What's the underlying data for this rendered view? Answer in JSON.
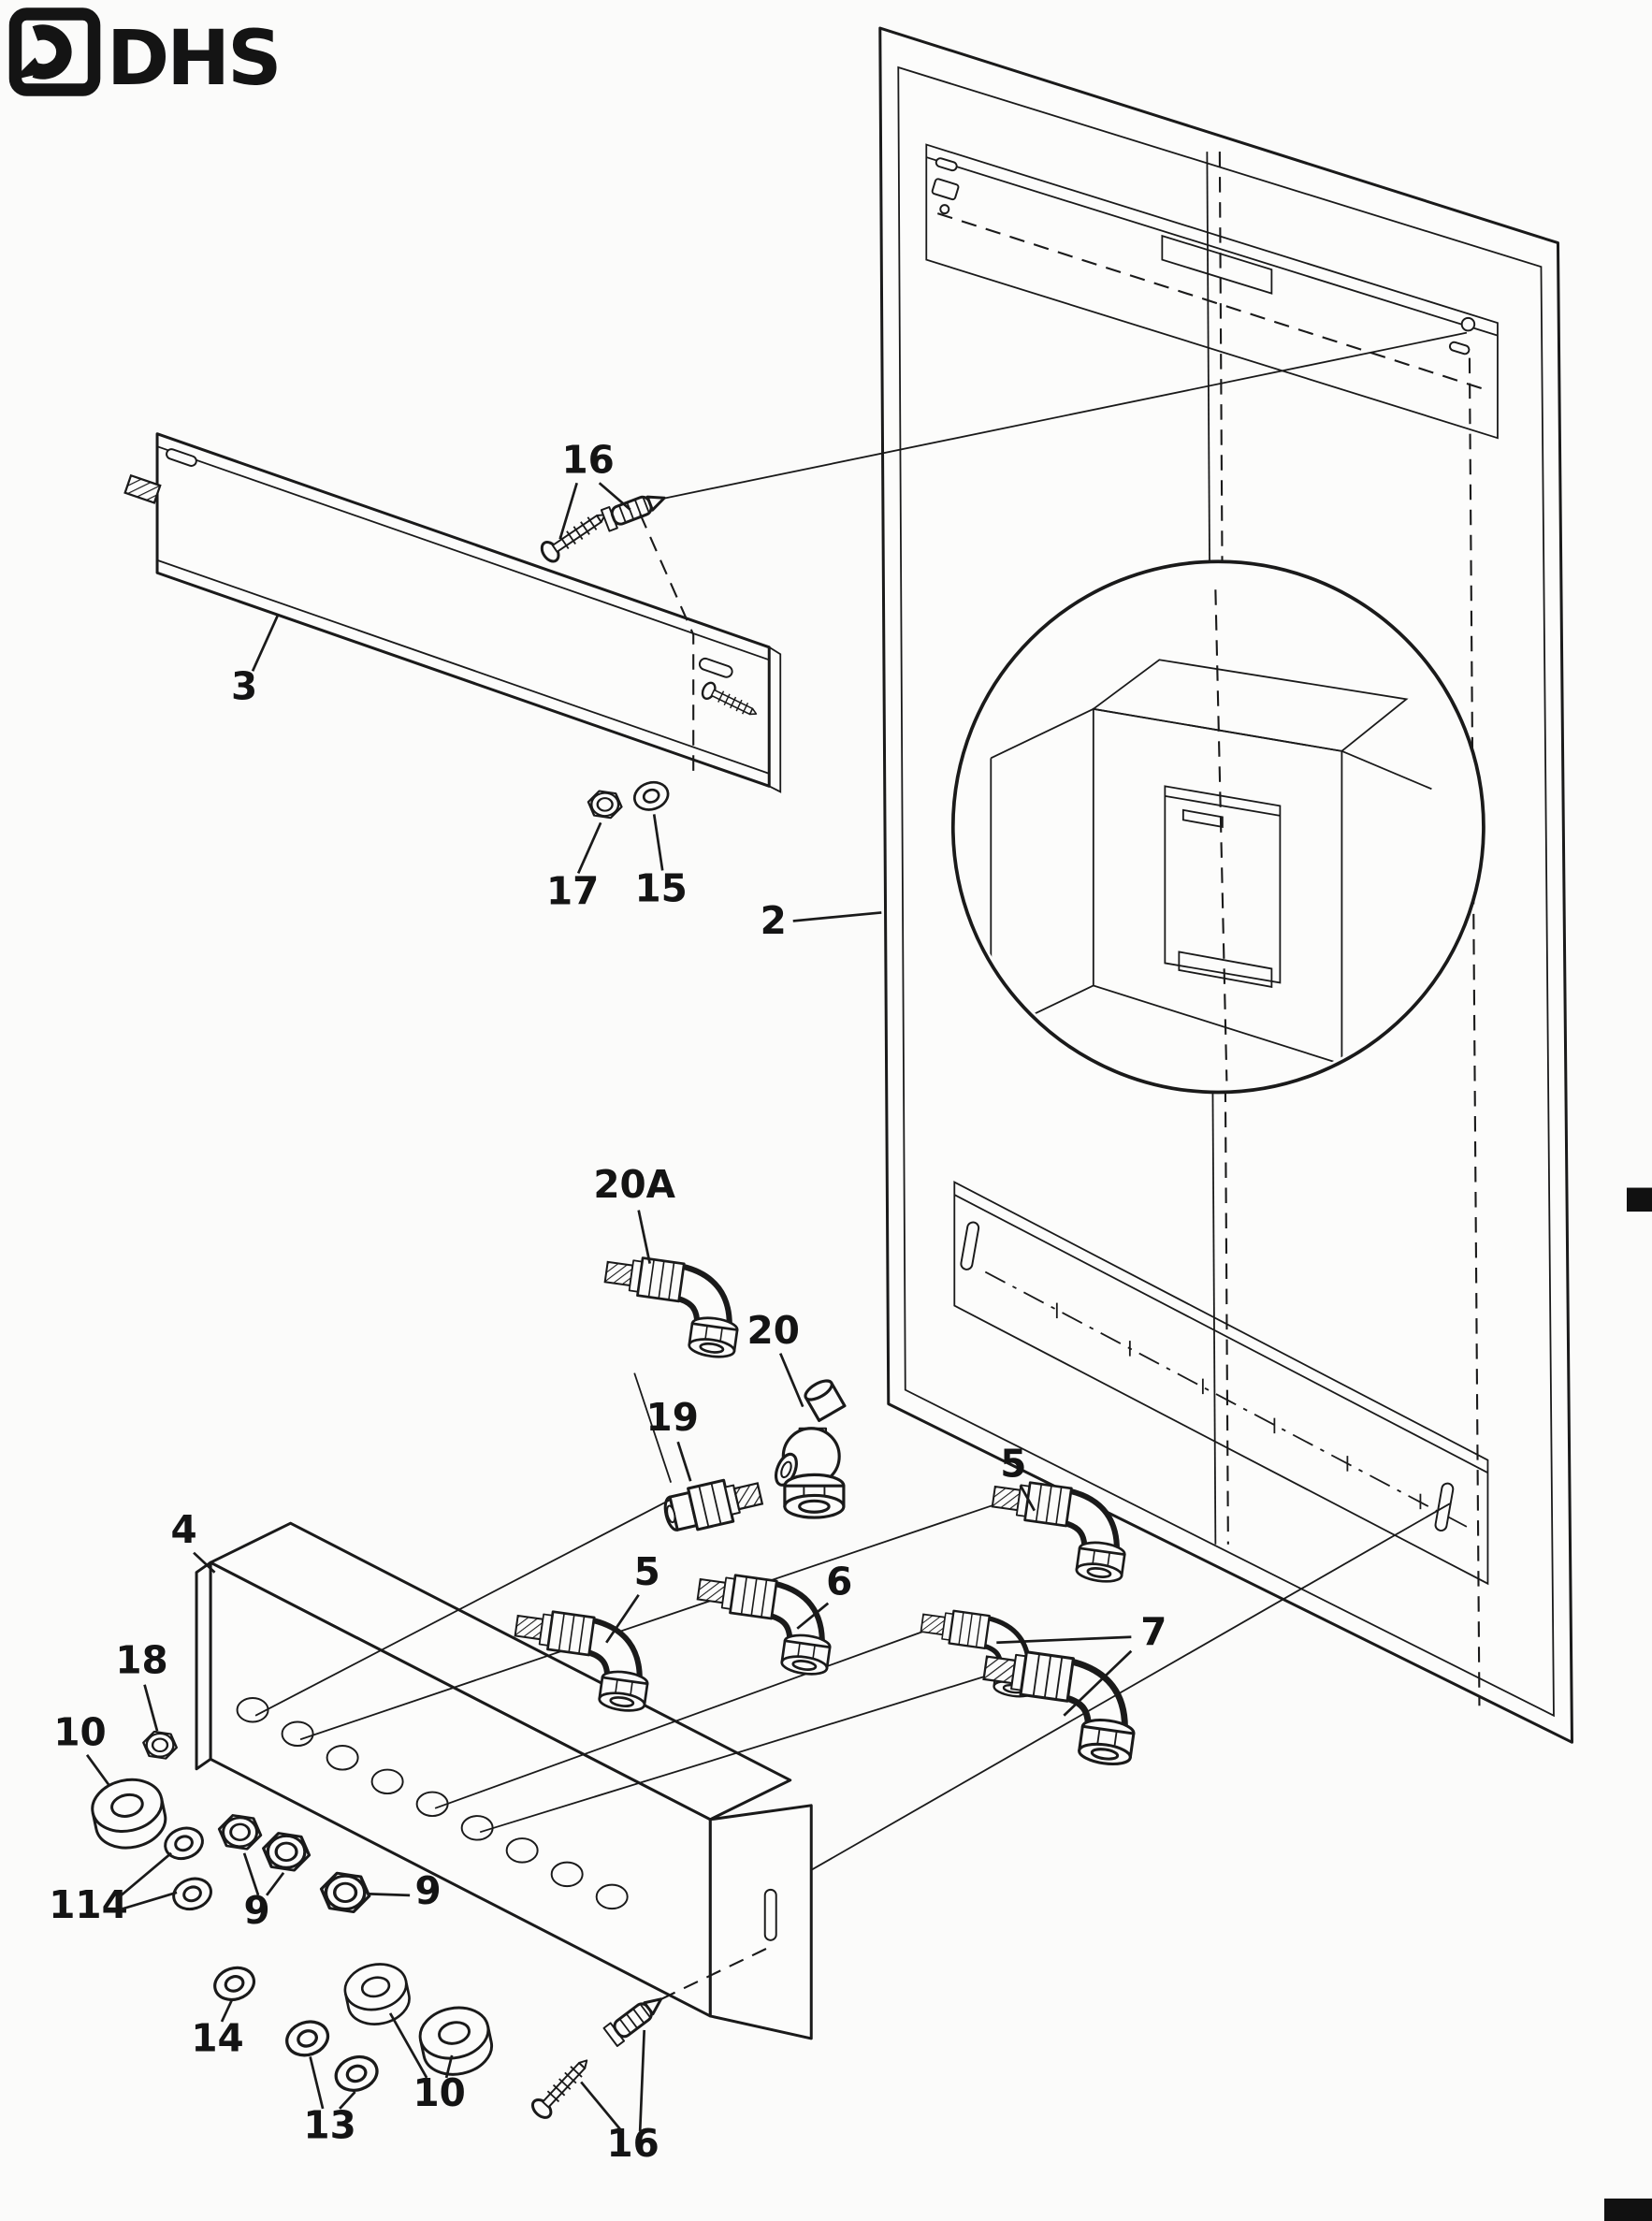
{
  "logo": {
    "text": "DHS"
  },
  "colors": {
    "ink": "#1a1a1a",
    "paper": "#fbfbfa"
  },
  "diagram": {
    "labels": {
      "p16_top": "16",
      "p3": "3",
      "p17": "17",
      "p15": "15",
      "p2": "2",
      "p20a": "20A",
      "p20": "20",
      "p19": "19",
      "p5_right": "5",
      "p4": "4",
      "p5_left": "5",
      "p6": "6",
      "p7": "7",
      "p18": "18",
      "p10_left": "10",
      "p114": "114",
      "p9_a": "9",
      "p9_b": "9",
      "p14": "14",
      "p13": "13",
      "p10_bottom": "10",
      "p16_bottom": "16"
    }
  }
}
